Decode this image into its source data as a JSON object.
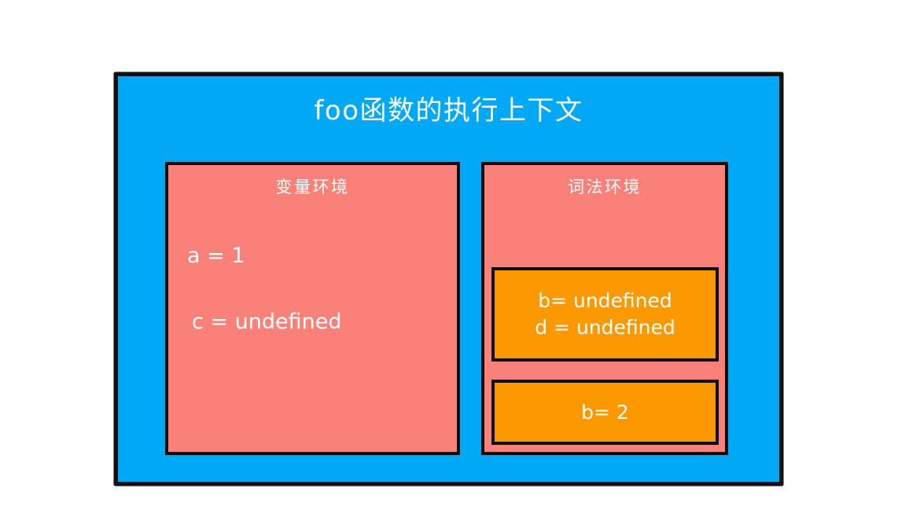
{
  "diagram": {
    "type": "nested-box-diagram",
    "background_color": "#ffffff",
    "context": {
      "title": "foo函数的执行上下文",
      "fill_color": "#00a8f5",
      "border_color": "#101010"
    },
    "panels": [
      {
        "id": "variable-environment",
        "title": "变量环境",
        "fill_color": "#fa8179",
        "bindings": [
          "a = 1",
          "c = undefined"
        ]
      },
      {
        "id": "lexical-environment",
        "title": "词法环境",
        "fill_color": "#fa8179",
        "records": [
          {
            "id": "record-tdz",
            "fill_color": "#fd9900",
            "rows": [
              "b= undefined",
              "d = undefined"
            ]
          },
          {
            "id": "record-assigned",
            "fill_color": "#fd9900",
            "rows": [
              "b= 2"
            ]
          }
        ]
      }
    ]
  }
}
